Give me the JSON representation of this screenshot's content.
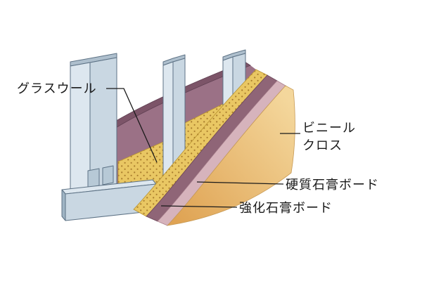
{
  "diagram": {
    "labels": {
      "glass_wool": "グラスウール",
      "vinyl_cloth": "ビニール\nクロス",
      "hard_gypsum_board": "硬質石膏ボード",
      "reinforced_gypsum_board": "強化石膏ボード"
    },
    "colors": {
      "background": "#ffffff",
      "glass_wool": "#e9c763",
      "glass_wool_dots": "#a87c2c",
      "reinforced_gypsum_board": "#8f6577",
      "hard_gypsum_board": "#d6b3bc",
      "vinyl_cloth": "#ecbe74",
      "vinyl_cloth_dark": "#dfa353",
      "vinyl_cloth_light": "#f4d79c",
      "back_board_face": "#9b7186",
      "back_board_edge": "#7c5468",
      "steel_stud": "#c9d7e2",
      "outline": "#5d7285",
      "label_text": "#1a1a1a"
    }
  }
}
